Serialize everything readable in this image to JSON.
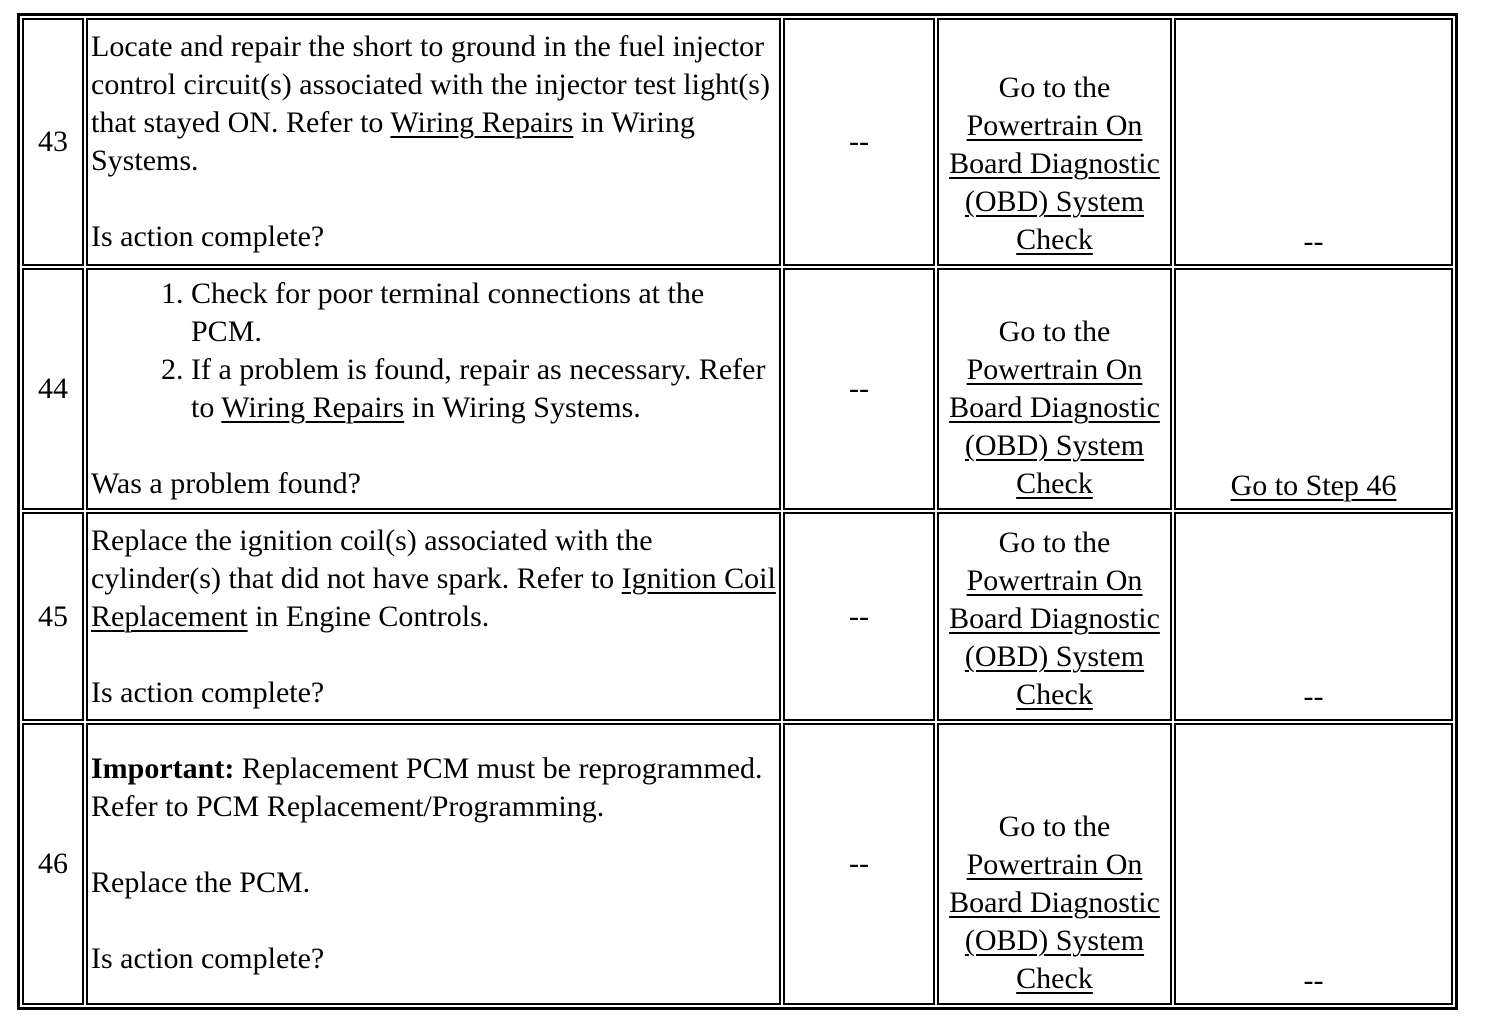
{
  "document": {
    "background": "#ffffff",
    "text_color": "#000000",
    "border_color": "#000000",
    "link_color": "#000000"
  },
  "rows": [
    {
      "step": "43",
      "action": {
        "pre_link": "Locate and repair the short to ground in the fuel injector control circuit(s) associated with the injector test light(s) that stayed ON. Refer to ",
        "link": "Wiring Repairs",
        "post_link": " in Wiring Systems.",
        "question": "Is action complete?"
      },
      "value": "--",
      "yes": {
        "pre_link": "Go to the ",
        "link": "Powertrain On Board Diagnostic (OBD) System Check"
      },
      "no": "--"
    },
    {
      "step": "44",
      "action": {
        "list": [
          {
            "text": "Check for poor terminal connections at the PCM."
          },
          {
            "pre_link": "If a problem is found, repair as necessary. Refer to ",
            "link": "Wiring Repairs",
            "post_link": " in Wiring Systems."
          }
        ],
        "question": "Was a problem found?"
      },
      "value": "--",
      "yes": {
        "pre_link": "Go to the ",
        "link": "Powertrain On Board Diagnostic (OBD) System Check"
      },
      "no_link": "Go to Step 46"
    },
    {
      "step": "45",
      "action": {
        "pre_link": "Replace the ignition coil(s) associated with the cylinder(s) that did not have spark. Refer to ",
        "link": "Ignition Coil Replacement",
        "post_link": " in Engine Controls.",
        "question": "Is action complete?"
      },
      "value": "--",
      "yes": {
        "pre_link": "Go to the ",
        "link": "Powertrain On Board Diagnostic (OBD) System Check"
      },
      "no": "--"
    },
    {
      "step": "46",
      "action": {
        "important_label": "Important:",
        "important_text": " Replacement PCM must be reprogrammed. Refer to PCM Replacement/Programming.",
        "para2": "Replace the PCM.",
        "question": "Is action complete?"
      },
      "value": "--",
      "yes": {
        "pre_link": "Go to the ",
        "link": "Powertrain On Board Diagnostic (OBD) System Check"
      },
      "no": "--"
    }
  ]
}
